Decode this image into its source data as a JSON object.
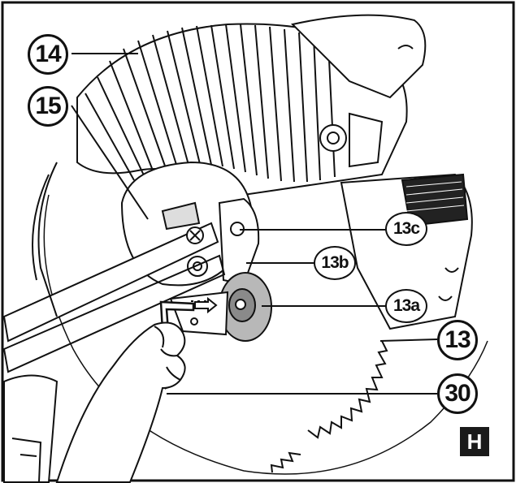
{
  "callouts": {
    "c14": "14",
    "c15": "15",
    "c13c": "13c",
    "c13b": "13b",
    "c13a": "13a",
    "c13": "13",
    "c30": "30"
  },
  "figure_badge": "H",
  "colors": {
    "line": "#111111",
    "frame": "#1a1a1a",
    "background": "#ffffff",
    "metal_shade": "#b8b8b8",
    "flange_shade": "#8a8a8a"
  }
}
